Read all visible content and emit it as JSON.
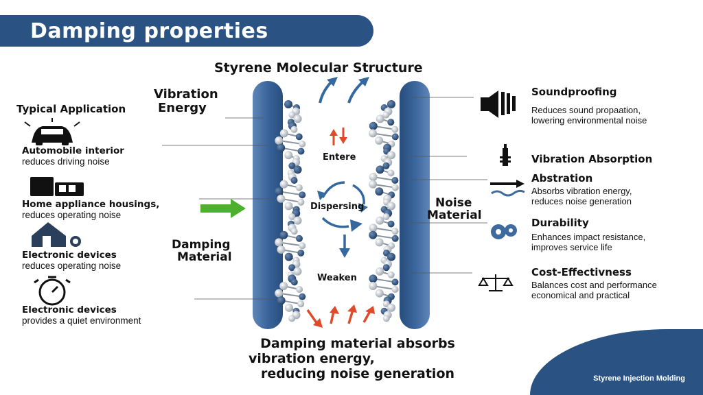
{
  "title": "Damping properties",
  "structure_title": "Styrene Molecular Structure",
  "vibration_energy": [
    "Vibration",
    "Energy"
  ],
  "typical_application": "Typical Application",
  "applications": [
    {
      "title": "Automobile interior",
      "desc": "reduces driving noise",
      "icon": "car-icon"
    },
    {
      "title": "Home appliance housings,",
      "desc": "reduces operating noise",
      "icon": "appliance-icon"
    },
    {
      "title": "Electronic devices",
      "desc": "reduces operating noise",
      "icon": "house-device-icon"
    },
    {
      "title": "Electronic devices",
      "desc": "provides a quiet environment",
      "icon": "stopwatch-icon"
    }
  ],
  "damping_material": [
    "Damping",
    "Material"
  ],
  "noise_material": [
    "Noise",
    "Material"
  ],
  "center_labels": {
    "entere": "Entere",
    "dispersing": "Dispersing",
    "weaken": "Weaken"
  },
  "bottom_caption": [
    "Damping material absorbs",
    "vibration energy,",
    "reducing noise generation"
  ],
  "properties": [
    {
      "title": "Soundproofing",
      "desc": [
        "Reduces sound propaation,",
        "lowering environmental noise"
      ],
      "icon": "speaker-icon"
    },
    {
      "title": "Vibration Absorption",
      "desc": [],
      "icon": "damper-icon"
    },
    {
      "title": "Abstration",
      "desc": [
        "Absorbs vibration energy,",
        "reduces noise generation"
      ],
      "icon": "wave-arrow-icon"
    },
    {
      "title": "Durability",
      "desc": [
        "Enhances impact resistance,",
        "improves service life"
      ],
      "icon": "gear-chain-icon"
    },
    {
      "title": "Cost-Effectivness",
      "desc": [
        "Balances cost and performance",
        "economical and practical"
      ],
      "icon": "scale-icon"
    }
  ],
  "corner_label": "Styrene Injection Molding",
  "colors": {
    "banner": "#2a5383",
    "column": "#3f6a9e",
    "arrow_blue": "#35689e",
    "arrow_red": "#e04a2a",
    "arrow_green": "#4caf2e"
  }
}
